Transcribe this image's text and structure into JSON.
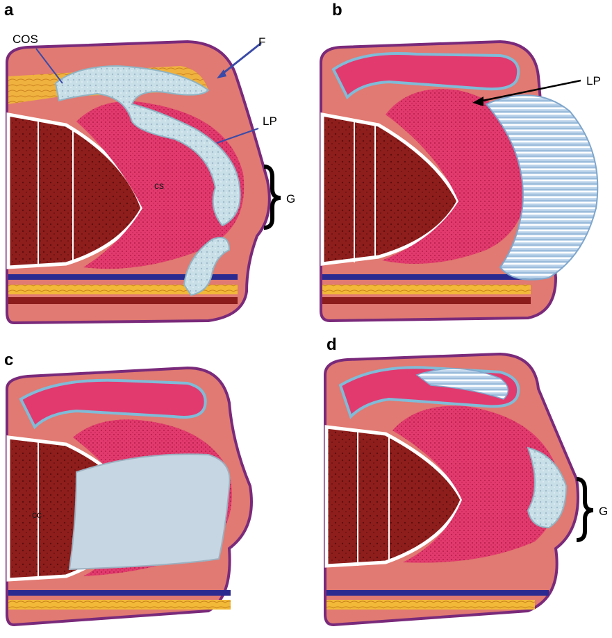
{
  "panels": [
    {
      "letter": "a",
      "labels": {
        "cos": "COS",
        "f": "F",
        "lp": "LP",
        "cs": "cs",
        "g": "G"
      }
    },
    {
      "letter": "b",
      "labels": {
        "lp": "LP"
      }
    },
    {
      "letter": "c",
      "labels": {
        "cc": "cc"
      }
    },
    {
      "letter": "d",
      "labels": {
        "g": "G"
      }
    }
  ],
  "colors": {
    "muscle": "#8c1c1c",
    "spongiosum": "#e0306a",
    "skin": "#d8706a",
    "fat": "#f0b030",
    "tumor": "#c4dcea",
    "arrow": "#3a4aa8",
    "tunica": "#f2f2f6"
  }
}
